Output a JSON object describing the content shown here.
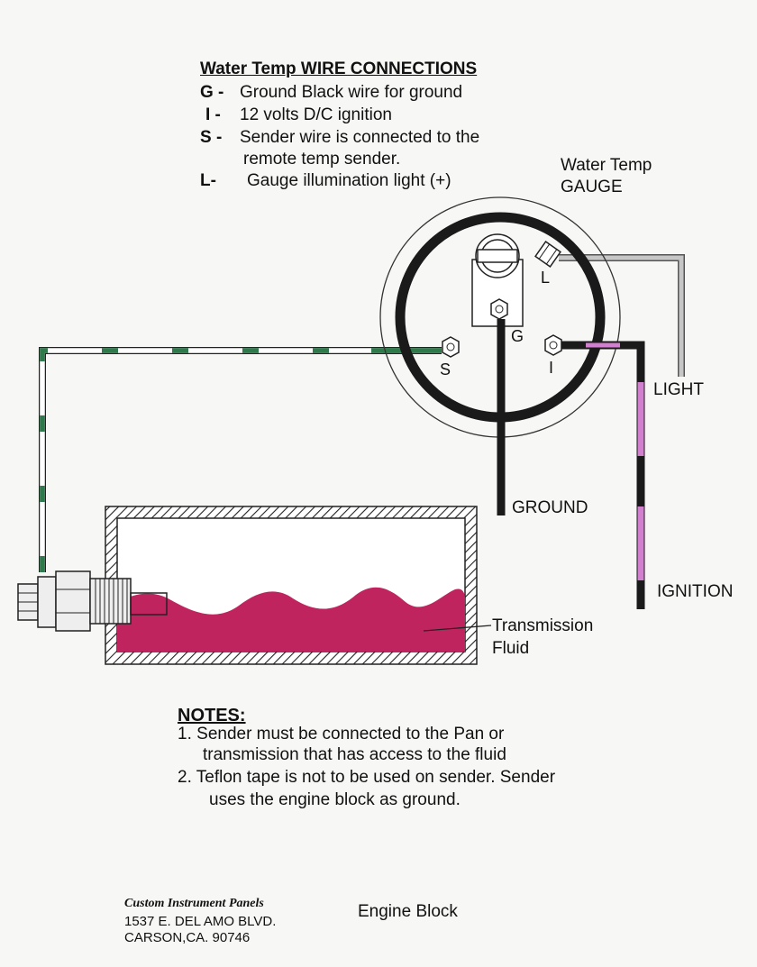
{
  "legend": {
    "title": "Water Temp WIRE CONNECTIONS",
    "items": [
      {
        "code": "G -",
        "text": "Ground Black wire for ground"
      },
      {
        "code": "I  -",
        "text": "12 volts D/C ignition"
      },
      {
        "code": "S -",
        "text": "Sender wire is connected to the"
      },
      {
        "code": "",
        "text": "remote temp sender."
      },
      {
        "code": "L-",
        "text": "Gauge illumination light (+)"
      }
    ]
  },
  "gauge": {
    "label_line1": "Water Temp",
    "label_line2": "GAUGE",
    "terminal_s": "S",
    "terminal_g": "G",
    "terminal_i": "I",
    "terminal_l": "L"
  },
  "labels": {
    "light": "LIGHT",
    "ground": "GROUND",
    "ignition": "IGNITION",
    "fluid_line1": "Transmission",
    "fluid_line2": "Fluid",
    "engine_block": "Engine Block"
  },
  "notes": {
    "title": "NOTES:",
    "items": [
      {
        "num": "1.",
        "line1": "Sender must be connected to the Pan or",
        "line2": "transmission  that has access to the fluid"
      },
      {
        "num": "2.",
        "line1": "Teflon tape is not to be used on sender. Sender",
        "line2": "uses the engine block as ground."
      }
    ]
  },
  "company": {
    "name": "Custom Instrument Panels",
    "address1": "1537 E. DEL AMO BLVD.",
    "address2": "CARSON,CA. 90746"
  },
  "colors": {
    "wire_green": "#2f7a4a",
    "wire_purple": "#d17fce",
    "wire_black": "#1a1a1a",
    "wire_gray": "#c6c6c6",
    "fluid": "#c0245f"
  }
}
